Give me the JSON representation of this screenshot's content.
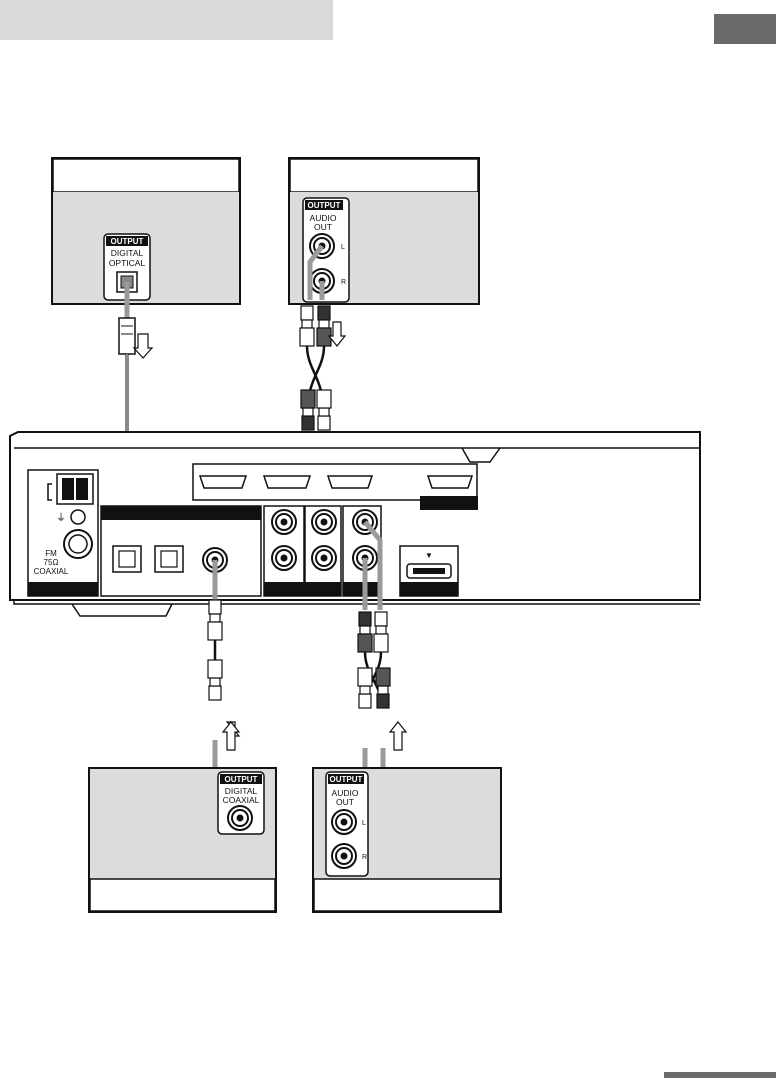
{
  "top_left_device": {
    "output_badge": "OUTPUT",
    "jack_label_line1": "DIGITAL",
    "jack_label_line2": "OPTICAL"
  },
  "top_right_device": {
    "output_badge": "OUTPUT",
    "jack_label_line1": "AUDIO",
    "jack_label_line2": "OUT",
    "left_mark": "L",
    "right_mark": "R"
  },
  "main_unit": {
    "antenna_line1": "FM",
    "antenna_line2": "75Ω",
    "antenna_line3": "COAXIAL",
    "usb_mark": "▼"
  },
  "bottom_left_device": {
    "output_badge": "OUTPUT",
    "jack_label_line1": "DIGITAL",
    "jack_label_line2": "COAXIAL"
  },
  "bottom_right_device": {
    "output_badge": "OUTPUT",
    "jack_label_line1": "AUDIO",
    "jack_label_line2": "OUT",
    "left_mark": "L",
    "right_mark": "R"
  },
  "colors": {
    "panel_gray": "#d0d0d0",
    "cable_gray": "#9a9a9a",
    "dark": "#1a1a1a",
    "header_gray": "#d9d9d9",
    "tab_gray": "#6a6a6a"
  }
}
